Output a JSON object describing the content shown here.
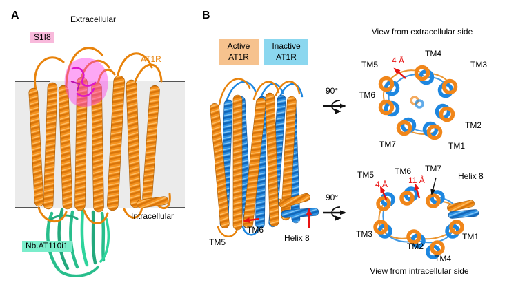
{
  "panel_a": {
    "label": "A",
    "membrane_top_label": "Extracellular",
    "membrane_bottom_label": "Intracellular",
    "ligand_label": "S1I8",
    "receptor_label": "AT1R",
    "nanobody_label": "Nb.AT110i1"
  },
  "panel_b": {
    "label": "B",
    "legend": {
      "active": "Active AT1R",
      "inactive": "Inactive AT1R"
    },
    "rotation_label": "90°",
    "side_view": {
      "tm5": "TM5",
      "tm6": "TM6",
      "helix8": "Helix 8"
    },
    "extracellular_view": {
      "title": "View from extracellular side",
      "shift": "4 Å",
      "tm1": "TM1",
      "tm2": "TM2",
      "tm3": "TM3",
      "tm4": "TM4",
      "tm5": "TM5",
      "tm6": "TM6",
      "tm7": "TM7"
    },
    "intracellular_view": {
      "title": "View from intracellular side",
      "shift_tm5": "4 Å",
      "shift_tm6": "11 Å",
      "tm1": "TM1",
      "tm2": "TM2",
      "tm3": "TM3",
      "tm4": "TM4",
      "tm5": "TM5",
      "tm6": "TM6",
      "tm7": "TM7",
      "helix8": "Helix 8"
    }
  },
  "colors": {
    "active_receptor_orange": "#F0861A",
    "inactive_receptor_blue": "#1E87E0",
    "ligand_magenta": "#FA3BE8",
    "nanobody_green": "#28BE8C",
    "ligand_tag_bg": "#F8B9DB",
    "nanobody_tag_bg": "#7BEDCB",
    "legend_active_bg": "#F6C28E",
    "legend_inactive_bg": "#8BD7EF",
    "membrane_gray": "#EBEBEB",
    "distance_red": "#E81212"
  }
}
